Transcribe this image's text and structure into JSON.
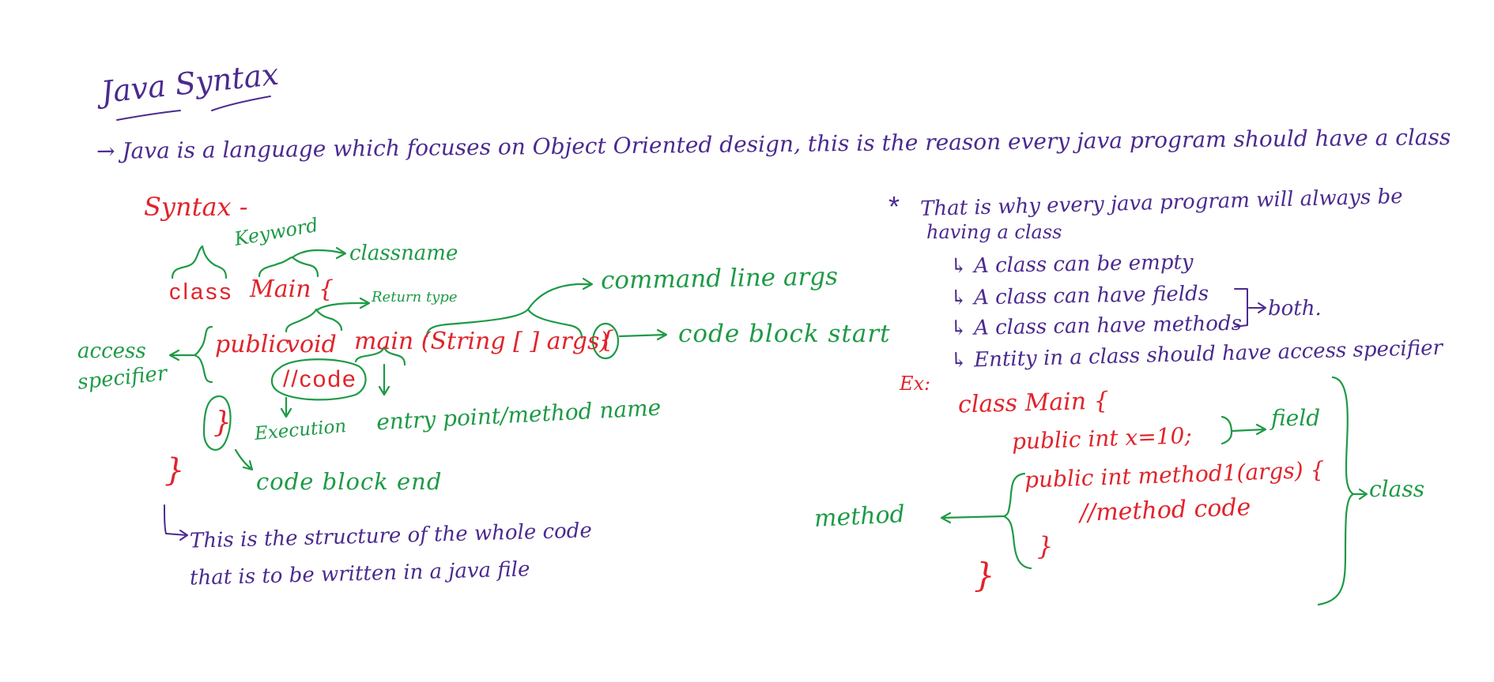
{
  "colors": {
    "purple": "#4b2a8f",
    "red": "#e0242b",
    "green": "#1e9a46"
  },
  "title": "Java Syntax",
  "intro": "→ Java is a language which focuses on Object Oriented design, this is the reason every java program should have a class",
  "left": {
    "heading": "Syntax -",
    "keyword": "Keyword",
    "classname": "classname",
    "class_kw": "class",
    "main_decl": "Main {",
    "return_type": "Return type",
    "command_line_args": "command line args",
    "access": "access",
    "specifier": "specifier",
    "public_kw": "public",
    "void_kw": "void",
    "main_sig": "main (String [ ] args)",
    "open_brace": "{",
    "code_block_start": "code block start",
    "code_comment": "//code",
    "execution": "Execution",
    "entry_point": "entry point/method name",
    "close_inner": "}",
    "code_block_end": "code block end",
    "close_outer": "}",
    "note_line1": "This is the structure of the whole code",
    "note_line2": "that is to be written in a java file"
  },
  "right": {
    "star": "*",
    "point_line1": "That is why every java program will always be",
    "point_line2": "having a class",
    "items": [
      "↳ A class can be empty",
      "↳ A class can have fields",
      "↳ A class can have methods",
      "↳ Entity in a class should have access specifier"
    ],
    "both": "both.",
    "example_label": "Ex:",
    "ex_class": "class Main {",
    "ex_field": "public int x=10;",
    "field_label": "field",
    "ex_method": "public int method1(args) {",
    "ex_method_code": "//method code",
    "ex_method_close": "}",
    "ex_class_close": "}",
    "method_label": "method",
    "class_label": "class"
  }
}
